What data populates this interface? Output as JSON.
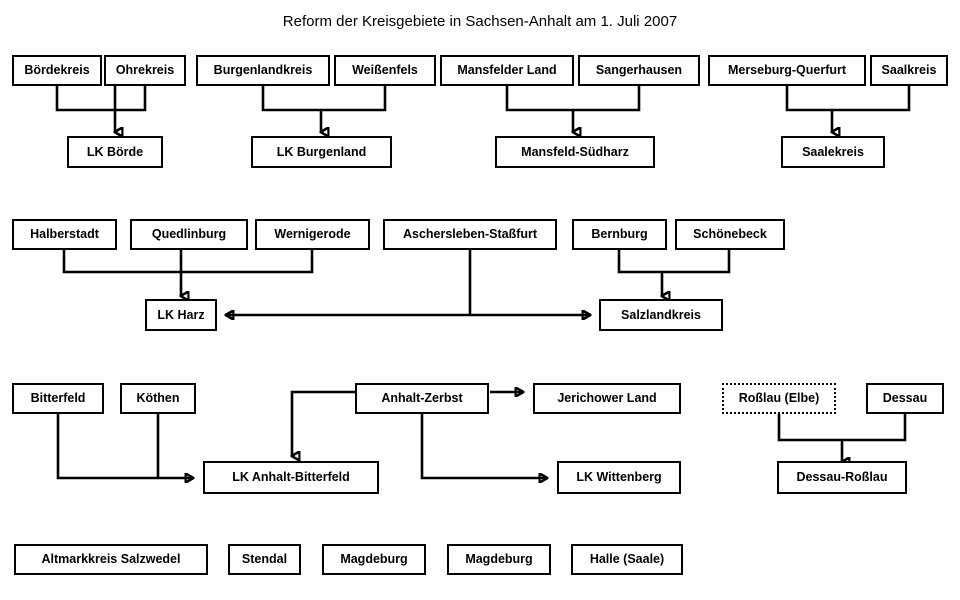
{
  "title": "Reform der Kreisgebiete in Sachsen-Anhalt am 1. Juli 2007",
  "colors": {
    "background": "#ffffff",
    "box_border": "#000000",
    "text": "#000000",
    "connector": "#000000"
  },
  "groups": [
    {
      "id": "boerde",
      "sources": [
        "Bördekreis",
        "Ohrekreis"
      ],
      "target": "LK Börde"
    },
    {
      "id": "burgenland",
      "sources": [
        "Burgenlandkreis",
        "Weißenfels"
      ],
      "target": "LK Burgenland"
    },
    {
      "id": "mansfeld",
      "sources": [
        "Mansfelder Land",
        "Sangerhausen"
      ],
      "target": "Mansfeld-Südharz"
    },
    {
      "id": "saalekreis",
      "sources": [
        "Merseburg-Querfurt",
        "Saalkreis"
      ],
      "target": "Saalekreis"
    },
    {
      "id": "harz",
      "sources": [
        "Halberstadt",
        "Quedlinburg",
        "Wernigerode",
        "Aschersleben-Staßfurt"
      ],
      "target": "LK Harz"
    },
    {
      "id": "salzland",
      "sources": [
        "Aschersleben-Staßfurt",
        "Bernburg",
        "Schönebeck"
      ],
      "target": "Salzlandkreis"
    },
    {
      "id": "anhalt-bitterfeld",
      "sources": [
        "Bitterfeld",
        "Köthen",
        "Anhalt-Zerbst"
      ],
      "target": "LK Anhalt-Bitterfeld"
    },
    {
      "id": "jerichower",
      "sources": [
        "Anhalt-Zerbst"
      ],
      "target": "Jerichower Land"
    },
    {
      "id": "wittenberg",
      "sources": [
        "Anhalt-Zerbst"
      ],
      "target": "LK Wittenberg"
    },
    {
      "id": "dessau-rosslau",
      "sources": [
        "Roßlau (Elbe)",
        "Dessau"
      ],
      "target": "Dessau-Roßlau"
    }
  ],
  "nodes": {
    "boerdekreis": {
      "label": "Bördekreis"
    },
    "ohrekreis": {
      "label": "Ohrekreis"
    },
    "lk_boerde": {
      "label": "LK Börde"
    },
    "burgenlandkreis": {
      "label": "Burgenlandkreis"
    },
    "weissenfels": {
      "label": "Weißenfels"
    },
    "lk_burgenland": {
      "label": "LK Burgenland"
    },
    "mansfelder_land": {
      "label": "Mansfelder Land"
    },
    "sangerhausen": {
      "label": "Sangerhausen"
    },
    "mansfeld_suedharz": {
      "label": "Mansfeld-Südharz"
    },
    "merseburg_querfurt": {
      "label": "Merseburg-Querfurt"
    },
    "saalkreis": {
      "label": "Saalkreis"
    },
    "saalekreis": {
      "label": "Saalekreis"
    },
    "halberstadt": {
      "label": "Halberstadt"
    },
    "quedlinburg": {
      "label": "Quedlinburg"
    },
    "wernigerode": {
      "label": "Wernigerode"
    },
    "aschersleben_stassfurt": {
      "label": "Aschersleben-Staßfurt"
    },
    "bernburg": {
      "label": "Bernburg"
    },
    "schoenebeck": {
      "label": "Schönebeck"
    },
    "lk_harz": {
      "label": "LK Harz"
    },
    "salzlandkreis": {
      "label": "Salzlandkreis"
    },
    "bitterfeld": {
      "label": "Bitterfeld"
    },
    "koethen": {
      "label": "Köthen"
    },
    "anhalt_zerbst": {
      "label": "Anhalt-Zerbst"
    },
    "jerichower_land": {
      "label": "Jerichower Land"
    },
    "lk_anhalt_bitterfeld": {
      "label": "LK Anhalt-Bitterfeld"
    },
    "lk_wittenberg": {
      "label": "LK Wittenberg"
    },
    "rosslau_elbe": {
      "label": "Roßlau (Elbe)"
    },
    "dessau": {
      "label": "Dessau"
    },
    "dessau_rosslau": {
      "label": "Dessau-Roßlau"
    },
    "altmarkkreis_salzwedel": {
      "label": "Altmarkkreis Salzwedel"
    },
    "stendal": {
      "label": "Stendal"
    },
    "magdeburg_1": {
      "label": "Magdeburg"
    },
    "magdeburg_2": {
      "label": "Magdeburg"
    },
    "halle_saale": {
      "label": "Halle (Saale)"
    }
  }
}
